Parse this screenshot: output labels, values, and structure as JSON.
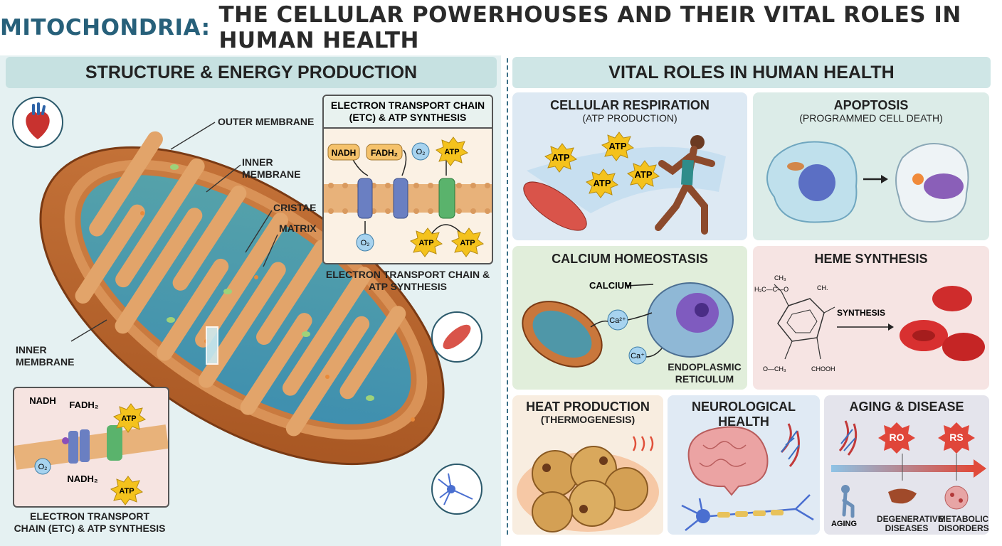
{
  "title": {
    "accent": "MITOCHONDRIA:",
    "rest": "THE CELLULAR POWERHOUSES AND THEIR VITAL ROLES IN HUMAN HEALTH"
  },
  "left": {
    "header": "STRUCTURE & ENERGY PRODUCTION",
    "labels": {
      "outer_membrane": "OUTER MEMBRANE",
      "inner_membrane_top": "INNER MEMBRANE",
      "cristae": "CRISTAE",
      "matrix": "MATRIX",
      "inner_membrane_left": "INNER MEMBRANE"
    },
    "etc_top": {
      "title": "ELECTRON TRANSPORT CHAIN (ETC) & ATP SYNTHESIS",
      "nadh": "NADH",
      "fadh": "FADH₂",
      "o2_top": "O₂",
      "atp": "ATP",
      "o2_bottom": "O₂",
      "caption": "ELECTRON TRANSPORT CHAIN & ATP SYNTHESIS"
    },
    "etc_bottom": {
      "nadh": "NADH",
      "fadh": "FADH₂",
      "atp": "ATP",
      "o2": "O₂",
      "nadh2": "NADH₂",
      "caption": "ELECTRON TRANSPORT CHAIN (ETC) & ATP SYNTHESIS"
    }
  },
  "right": {
    "header": "VITAL ROLES IN HUMAN HEALTH",
    "cards": {
      "respiration": {
        "title": "CELLULAR RESPIRATION",
        "subtitle": "(ATP PRODUCTION)",
        "atp": "ATP"
      },
      "apoptosis": {
        "title": "APOPTOSIS",
        "subtitle": "(PROGRAMMED CELL DEATH)"
      },
      "calcium": {
        "title": "CALCIUM HOMEOSTASIS",
        "calcium_label": "CALCIUM",
        "ca_plus": "Ca²⁺",
        "ca_small": "Ca⁺",
        "er_label": "ENDOPLASMIC RETICULUM"
      },
      "heme": {
        "title": "HEME SYNTHESIS",
        "synthesis": "SYNTHESIS",
        "ch3": "CH₃",
        "h3c": "H₃C—C—O",
        "ch": "CH.",
        "cooh": "CHOOH",
        "och3": "O—CH₃"
      },
      "heat": {
        "title": "HEAT PRODUCTION",
        "subtitle": "(THERMOGENESIS)"
      },
      "neuro": {
        "title": "NEUROLOGICAL HEALTH"
      },
      "aging": {
        "title": "AGING & DISEASE",
        "ros1": "RO",
        "ros2": "RS",
        "aging": "AGING",
        "degenerative": "DEGENERATIVE DISEASES",
        "metabolic": "METABOLIC DISORDERS"
      }
    }
  },
  "colors": {
    "accent": "#27607a",
    "membrane": "#b8672e",
    "matrix": "#4f97a8",
    "atp_star": "#f4c21d"
  }
}
